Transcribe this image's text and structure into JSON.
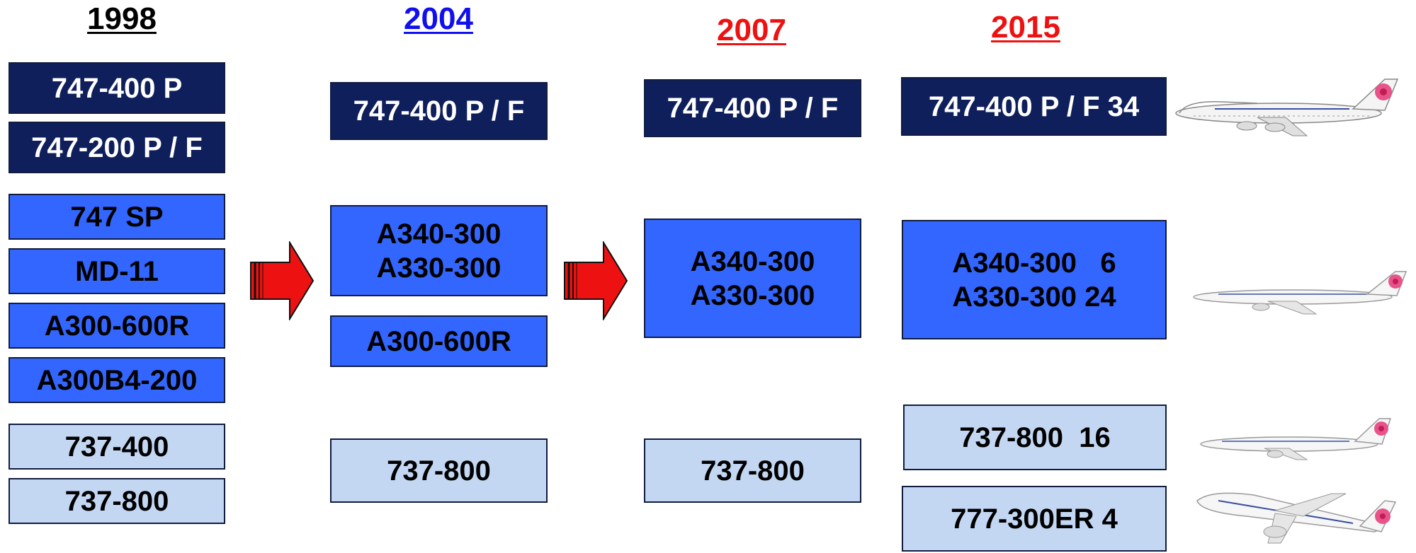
{
  "colors": {
    "dark_box": "#0f1f5c",
    "mid_box": "#3366ff",
    "light_box": "#c3d7f3",
    "year_1998": "#000000",
    "year_2004": "#1010ee",
    "year_2007_2015": "#ee1111",
    "arrow": "#ee1111"
  },
  "years": {
    "y1998": "1998",
    "y2004": "2004",
    "y2007": "2007",
    "y2015": "2015"
  },
  "col1998": {
    "b1": "747-400 P",
    "b2": "747-200 P / F",
    "b3": "747 SP",
    "b4": "MD-11",
    "b5": "A300-600R",
    "b6": "A300B4-200",
    "b7": "737-400",
    "b8": "737-800"
  },
  "col2004": {
    "b1": "747-400 P / F",
    "b2": "A340-300\nA330-300",
    "b3": "A300-600R",
    "b4": "737-800"
  },
  "col2007": {
    "b1": "747-400 P / F",
    "b2": "A340-300\nA330-300",
    "b3": "737-800"
  },
  "col2015": {
    "b1": "747-400 P / F 34",
    "b2": "A340-300   6\nA330-300 24",
    "b3": "737-800  16",
    "b4": "777-300ER 4"
  },
  "icons": [
    "arrow-right-icon",
    "boeing-747-plane-icon",
    "a340-plane-icon",
    "737-plane-icon",
    "777-plane-icon"
  ]
}
